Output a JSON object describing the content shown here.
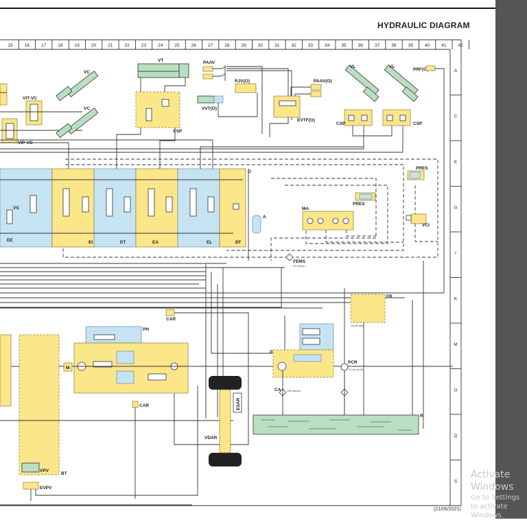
{
  "header": {
    "title": "HYDRAULIC DIAGRAM",
    "date": "(21/06/2021)"
  },
  "grid": {
    "columns": [
      "15",
      "16",
      "17",
      "18",
      "19",
      "20",
      "21",
      "22",
      "23",
      "24",
      "25",
      "26",
      "27",
      "28",
      "29",
      "30",
      "31",
      "32",
      "33",
      "34",
      "35",
      "36",
      "37",
      "38",
      "39",
      "40",
      "41",
      "42"
    ],
    "rows": [
      "A",
      "C",
      "E",
      "G",
      "I",
      "K",
      "M",
      "O",
      "Q",
      "S"
    ]
  },
  "components": {
    "vit_vc": "VIT-VC",
    "vip_vc": "VIP-VC",
    "vc_top": "VC",
    "vc_bottom": "VC",
    "vt": "VT",
    "csp_vt": "CSP",
    "paav": "PAAV",
    "rjv": "RJV(O)",
    "vvt": "VVT(O)",
    "paav_o": "PAAV(O)",
    "evtf": "EVTF(O)",
    "vl_left": "VL",
    "vl_right": "VL",
    "csp_left": "CSP",
    "csp_right": "CSP",
    "prf": "PRF(O)",
    "vs": "VS",
    "ee": "EE",
    "ei": "EI",
    "et": "ET",
    "ea": "EA",
    "el": "EL",
    "ef": "EF",
    "d": "D",
    "a": "A",
    "pres_top": "PRES",
    "pres_mid": "PRES",
    "ma": "MA",
    "vci": "VCI",
    "fems": "FEMS",
    "fems_spec": "10 micron",
    "car_top": "CAR",
    "ph": "PH",
    "m": "M",
    "car_bottom": "CAR",
    "bt": "BT",
    "vpv": "VPV",
    "evpv": "EVPV",
    "vdar": "VDAR",
    "esar": "ESAR",
    "fr": "FR",
    "fr_spec": "10 µm abs",
    "p": "P",
    "pcr": "PCR",
    "pcr_spec": "21,34 cm³/tr",
    "ca": "CA",
    "ca_spec": "125 micron",
    "r": "R"
  },
  "watermark": {
    "line1": "Activate Windows",
    "line2": "Go to Settings to activate Windows."
  },
  "colors": {
    "yellow_block": "#fbe68a",
    "blue_block": "#c5e3f3",
    "green_cylinder": "#b9dfc1",
    "tank": "#b9dfc1",
    "side_panel": "#555555"
  }
}
